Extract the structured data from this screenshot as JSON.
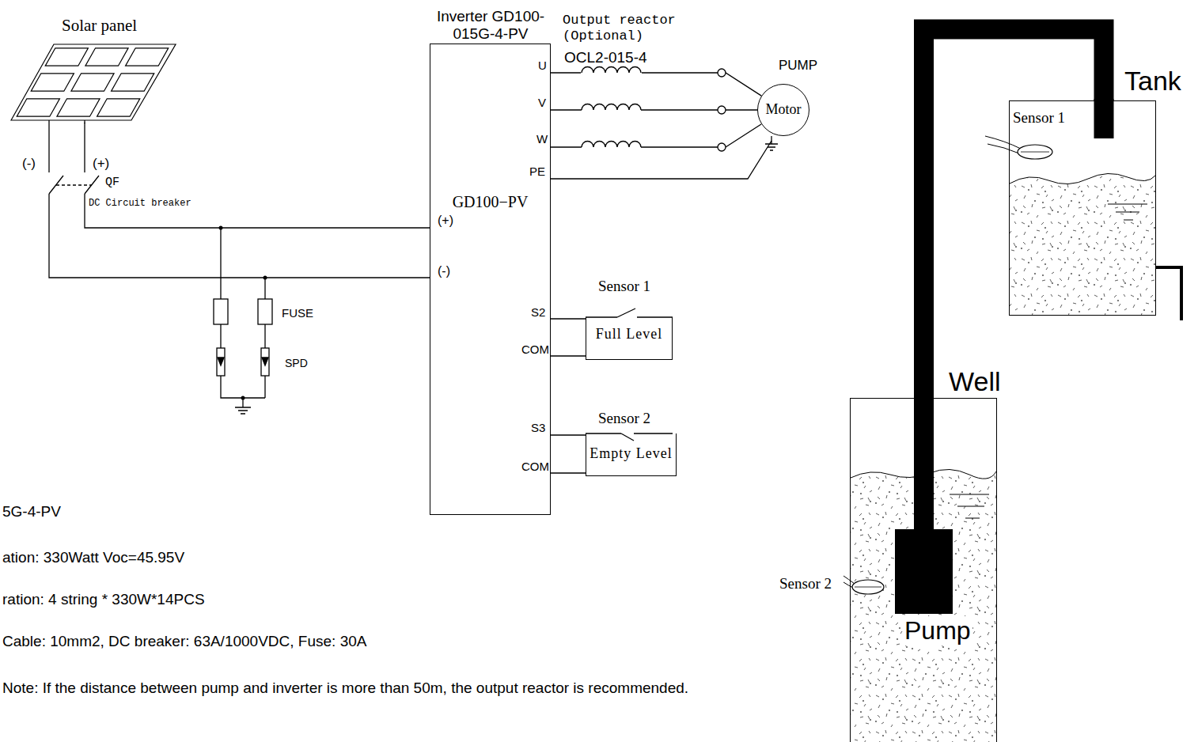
{
  "diagram": {
    "nodes": [
      {
        "text": [
          "Solar panel"
        ]
      },
      {
        "text": [
          "Inverter GD100-015G-4-PV",
          "GD100−PV"
        ]
      },
      {
        "text": [
          "PUMP",
          "Motor"
        ]
      },
      {
        "text": [
          "Sensor 1",
          "Full Level"
        ]
      },
      {
        "text": [
          "Sensor 2",
          "Empty Level"
        ]
      },
      {
        "text": [
          "Tank",
          "Sensor 1"
        ]
      },
      {
        "text": [
          "Well"
        ]
      },
      {
        "text": [
          "Pump"
        ],
        "in": 6
      }
    ],
    "edges": [
      {
        "from": 0,
        "to": 1,
        "arrow": "none"
      },
      {
        "from": 1,
        "to": 2,
        "arrow": "none"
      },
      {
        "from": 1,
        "to": 3,
        "arrow": "none"
      },
      {
        "from": 1,
        "to": 4,
        "arrow": "none"
      },
      {
        "from": 7,
        "to": 5,
        "arrow": "none"
      }
    ],
    "labels": [
      "Output reactor (Optional)",
      "OCL2-015-4",
      "U",
      "V",
      "W",
      "PE",
      "(+)",
      "(-)",
      "S2",
      "COM",
      "S3",
      "COM",
      "(-)",
      "(+)",
      "QF",
      "DC Circuit breaker",
      "FUSE",
      "SPD",
      "Sensor 2",
      "5G-4-PV",
      "ation: 330Watt Voc=45.95V",
      "ration: 4 string * 330W*14PCS",
      "Cable: 10mm2, DC breaker: 63A/1000VDC, Fuse: 30A",
      "Note: If the distance between pump and inverter is more than 50m, the output reactor is recommended."
    ]
  }
}
